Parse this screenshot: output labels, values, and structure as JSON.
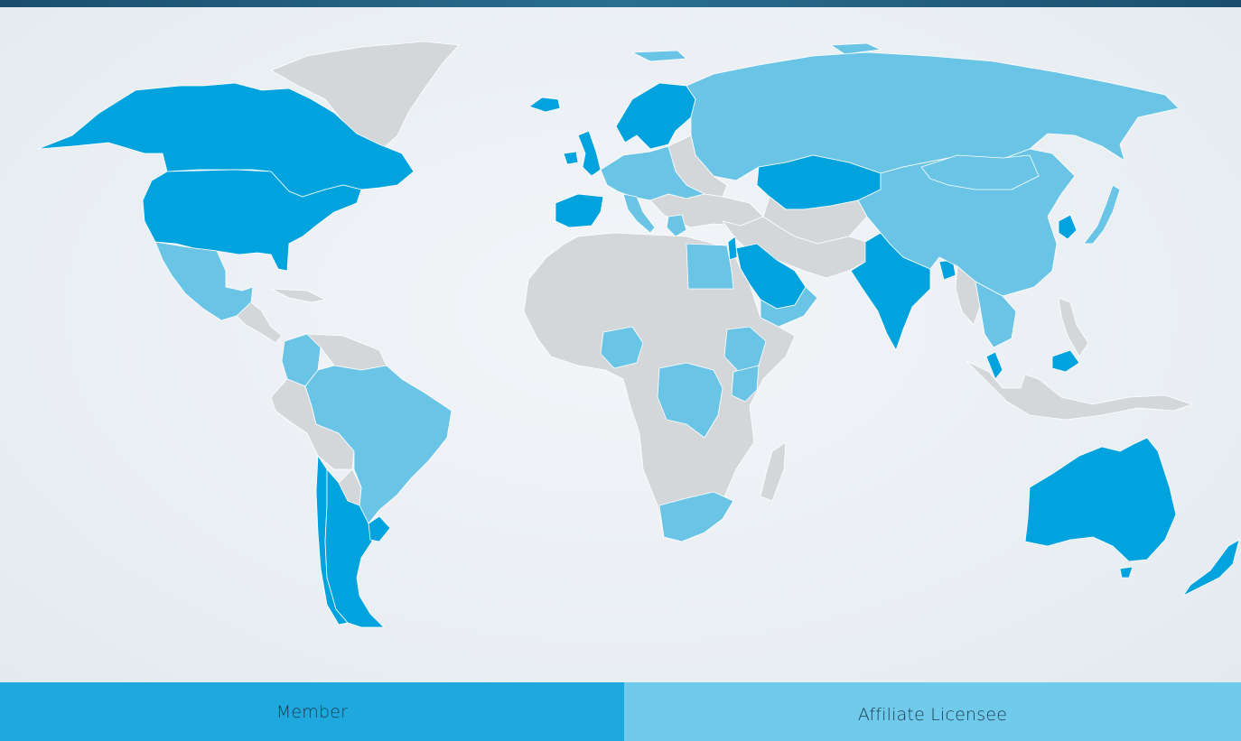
{
  "legend": {
    "member": {
      "label": "Member",
      "color": "#1ea8de"
    },
    "affiliate": {
      "label": "Affiliate Licensee",
      "color": "#6fcaec"
    }
  },
  "map": {
    "colors": {
      "member": "#00a3dd",
      "affiliate": "#6ac4e6",
      "other": "#d3d7da",
      "border": "#ffffff"
    },
    "member_regions": [
      "canada",
      "usa",
      "uk",
      "ireland",
      "scandinavia",
      "iceland",
      "spain-portugal",
      "kazakhstan",
      "saudi-arabia",
      "india",
      "south-korea",
      "malaysia",
      "australia",
      "new-zealand",
      "chile",
      "argentina",
      "uruguay",
      "bangladesh"
    ],
    "affiliate_regions": [
      "russia",
      "china",
      "mongolia",
      "japan",
      "mexico",
      "brazil",
      "colombia",
      "egypt",
      "nigeria",
      "ethiopia",
      "kenya",
      "dr-congo",
      "south-africa",
      "oman",
      "thailand",
      "vietnam",
      "central-europe",
      "italy",
      "greece"
    ]
  }
}
